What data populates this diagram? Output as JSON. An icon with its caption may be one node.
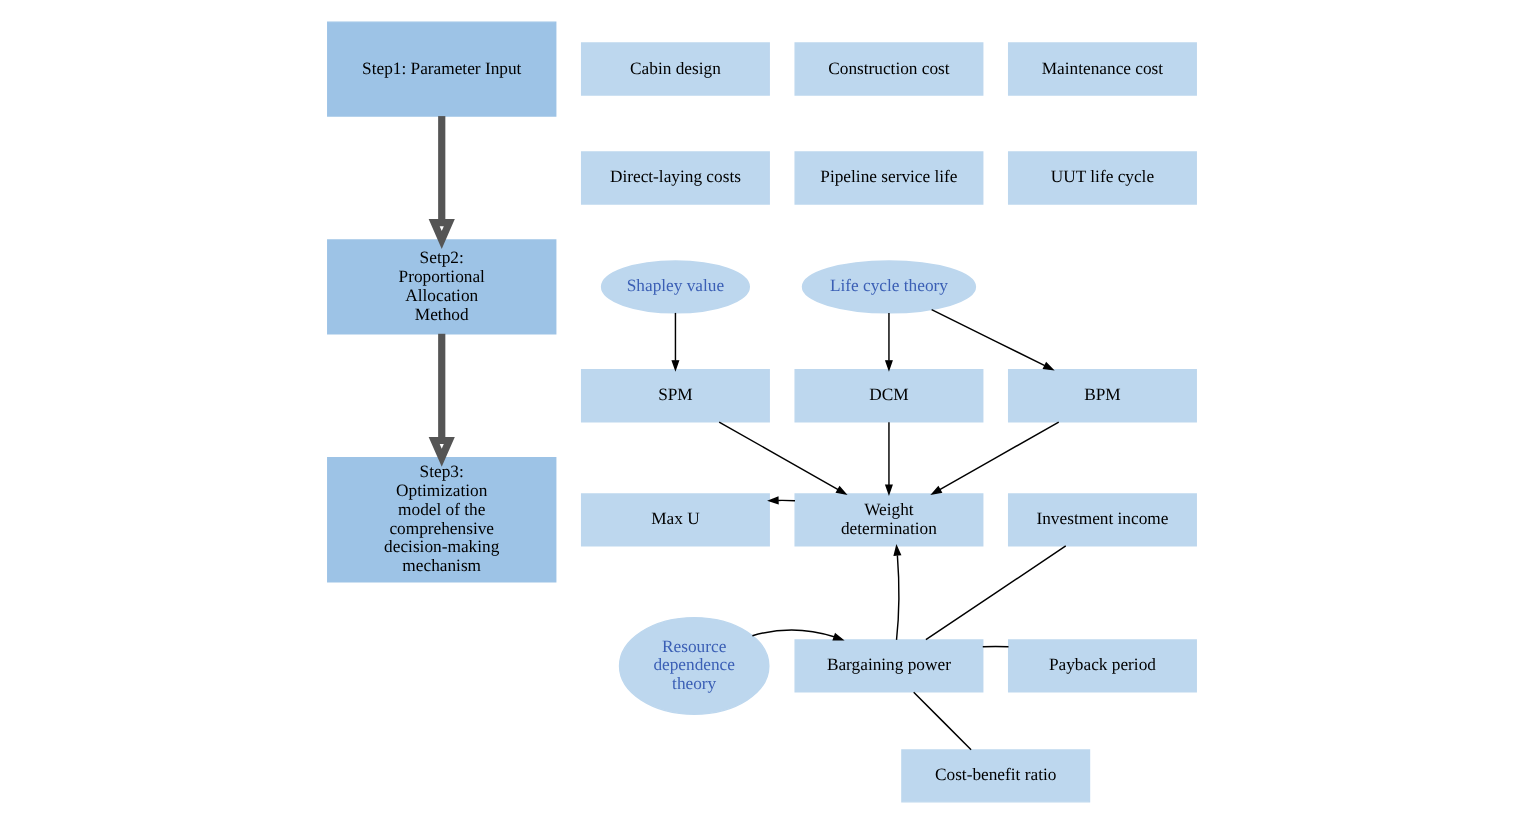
{
  "diagram": {
    "nodes": [
      {
        "text": [
          "Step1: Parameter Input"
        ]
      },
      {
        "text": [
          "Setp2: Proportional Allocation Method"
        ]
      },
      {
        "text": [
          "Step3: Optimization model of the comprehensive decision-making mechanism"
        ]
      },
      {
        "text": [
          "Cabin design"
        ]
      },
      {
        "text": [
          "Construction cost"
        ]
      },
      {
        "text": [
          "Maintenance cost"
        ]
      },
      {
        "text": [
          "Direct-laying costs"
        ]
      },
      {
        "text": [
          "Pipeline service life"
        ]
      },
      {
        "text": [
          "UUT life cycle"
        ]
      },
      {
        "text": [
          "Shapley value"
        ]
      },
      {
        "text": [
          "Life cycle theory"
        ]
      },
      {
        "text": [
          "SPM"
        ]
      },
      {
        "text": [
          "DCM"
        ]
      },
      {
        "text": [
          "BPM"
        ]
      },
      {
        "text": [
          "Max U"
        ]
      },
      {
        "text": [
          "Weight determination"
        ]
      },
      {
        "text": [
          "Resource dependence theory"
        ]
      },
      {
        "text": [
          "Bargaining power"
        ]
      },
      {
        "text": [
          "Investment income"
        ]
      },
      {
        "text": [
          "Payback period"
        ]
      },
      {
        "text": [
          "Cost-benefit ratio"
        ]
      }
    ],
    "edges": [
      {
        "from": 0,
        "to": 1,
        "arrow": "to",
        "style": "thick"
      },
      {
        "from": 1,
        "to": 2,
        "arrow": "to",
        "style": "thick"
      },
      {
        "from": 9,
        "to": 11,
        "arrow": "to"
      },
      {
        "from": 10,
        "to": 12,
        "arrow": "to"
      },
      {
        "from": 10,
        "to": 13,
        "arrow": "to"
      },
      {
        "from": 11,
        "to": 15,
        "arrow": "to"
      },
      {
        "from": 12,
        "to": 15,
        "arrow": "to"
      },
      {
        "from": 13,
        "to": 15,
        "arrow": "to"
      },
      {
        "from": 15,
        "to": 14,
        "arrow": "to"
      },
      {
        "from": 17,
        "to": 15,
        "arrow": "to"
      },
      {
        "from": 16,
        "to": 17,
        "arrow": "to"
      },
      {
        "from": 17,
        "to": 18,
        "arrow": "none"
      },
      {
        "from": 17,
        "to": 19,
        "arrow": "none"
      },
      {
        "from": 17,
        "to": 20,
        "arrow": "none"
      }
    ]
  }
}
